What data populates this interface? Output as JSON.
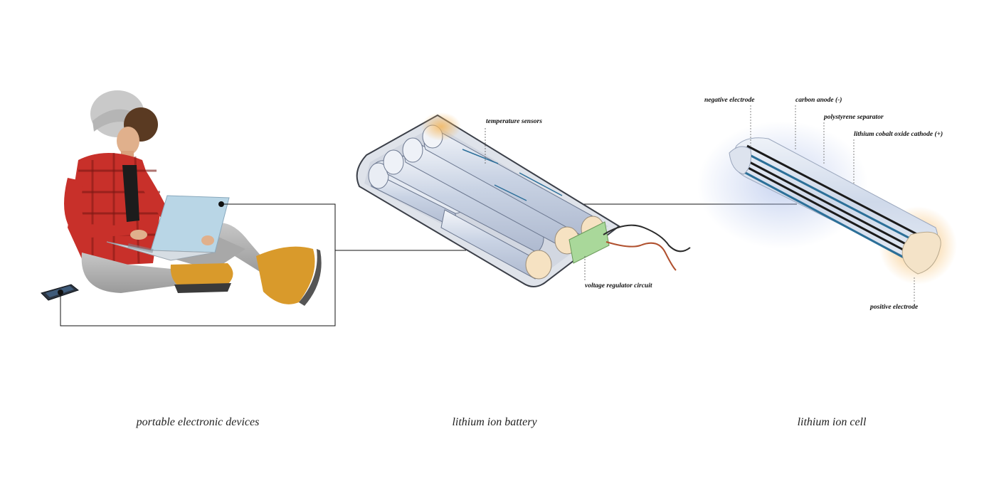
{
  "captions": {
    "devices": "portable electronic devices",
    "battery": "lithium ion battery",
    "cell": "lithium ion cell"
  },
  "battery_labels": {
    "temperature_sensors": "temperature sensors",
    "voltage_regulator": "voltage regulator circuit"
  },
  "cell_labels": {
    "negative_electrode": "negative electrode",
    "carbon_anode": "carbon anode (-)",
    "separator": "polystyrene separator",
    "cathode": "lithium cobalt oxide cathode (+)",
    "positive_electrode": "positive electrode"
  },
  "colors": {
    "line": "#111111",
    "cell_glow_blue": "#9fb4e6",
    "cell_glow_orange": "#f5b65a",
    "circuit_green": "#a9d89a",
    "jacket_red": "#c8302a",
    "boot_yellow": "#d99a2b",
    "laptop_blue": "#b9d6e6"
  }
}
